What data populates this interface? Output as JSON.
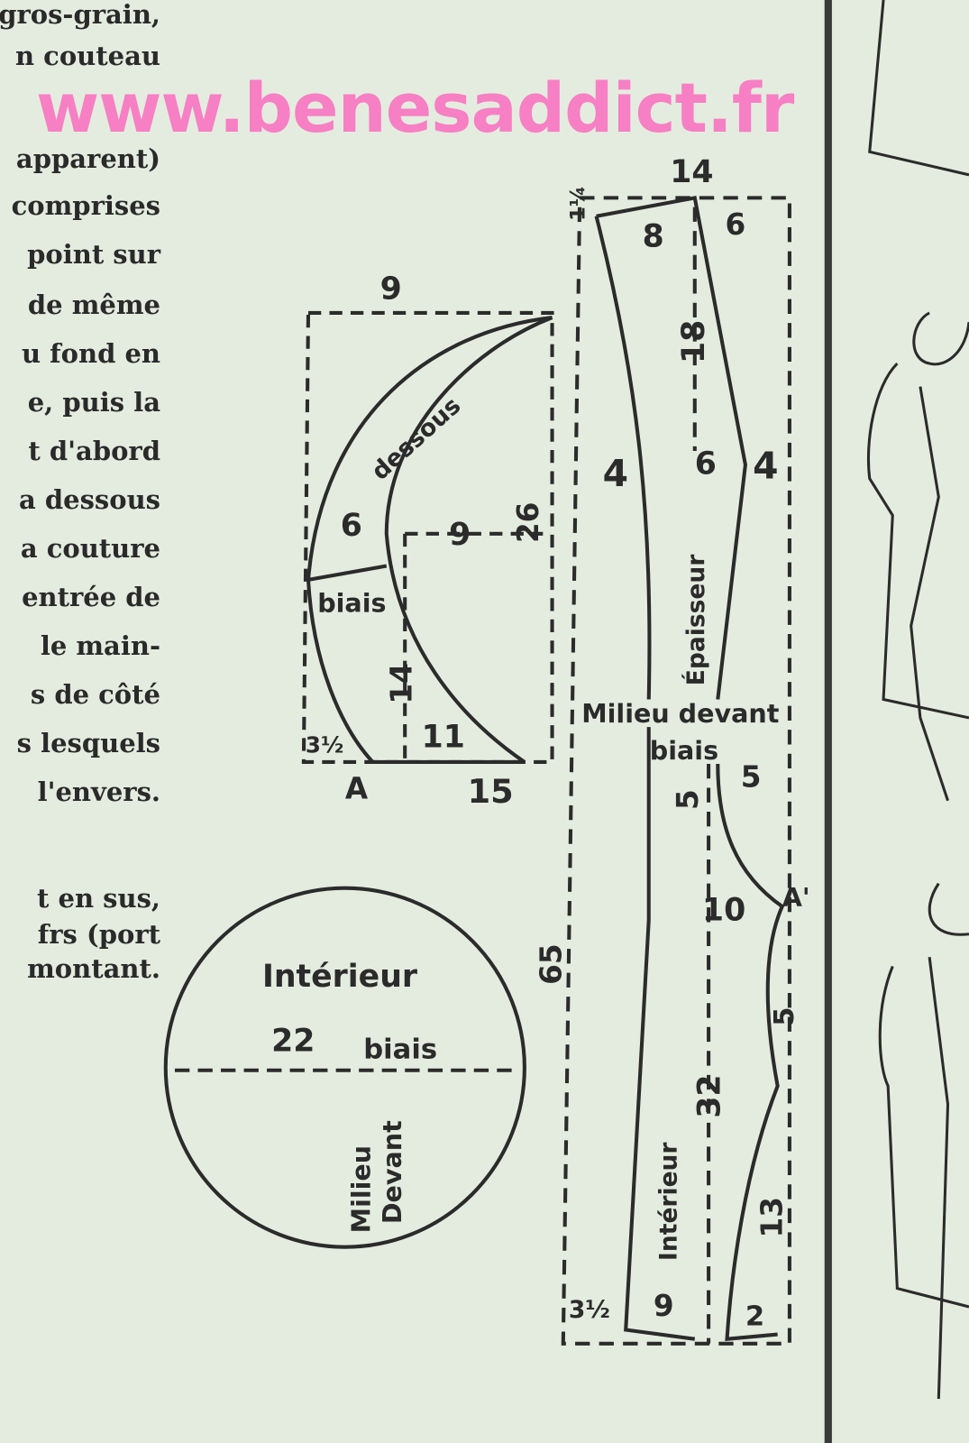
{
  "column_text": [
    "gros-grain,",
    "n couteau",
    "apparent)",
    "comprises",
    "point sur",
    "de même",
    "u fond en",
    "e, puis la",
    "t d'abord",
    "a dessous",
    "a couture",
    "entrée de",
    "le main-",
    "s de côté",
    "s lesquels",
    "l'envers.",
    "t en sus,",
    "frs (port",
    "montant."
  ],
  "watermark": "www.benesaddict.fr",
  "collar": {
    "top": "9",
    "under": "dessous",
    "width6": "6",
    "nine": "9",
    "height": "26",
    "bias": "biais",
    "fourteen": "14",
    "eleven": "11",
    "fifteen": "15",
    "point": "A",
    "corner": "3½"
  },
  "circle": {
    "title": "Intérieur",
    "diameter": "22",
    "bias": "biais",
    "center_front": "Milieu",
    "center_front2": "Devant"
  },
  "band": {
    "top": "14",
    "quarter": "1¼",
    "eight": "8",
    "six_top": "6",
    "eighteen": "18",
    "four_left": "4",
    "six_mid": "6",
    "four_right": "4",
    "thickness": "Épaisseur",
    "center_front": "Milieu devant",
    "bias": "biais",
    "five_a": "5",
    "five_b": "5",
    "ten": "10",
    "point": "A'",
    "five_c": "5",
    "length": "65",
    "thirtytwo": "32",
    "inside": "Intérieur",
    "thirteen": "13",
    "nine": "9",
    "two": "2",
    "corner": "3½"
  }
}
